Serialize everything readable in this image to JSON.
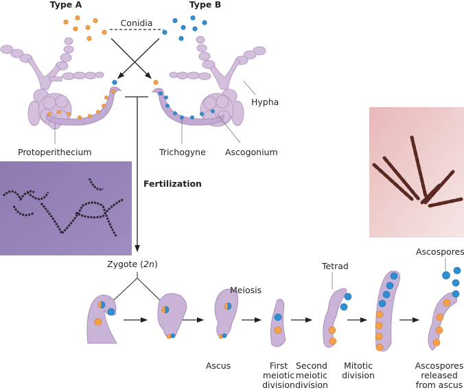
{
  "labels": {
    "type_a": "Type A",
    "type_b": "Type B",
    "conidia": "Conidia",
    "hypha": "Hypha",
    "protoperithecium": "Protoperithecium",
    "trichogyne": "Trichogyne",
    "ascogonium": "Ascogonium",
    "fertilization": "Fertilization",
    "zygote": "Zygote (",
    "zygote_n": "2n",
    "zygote_close": ")",
    "meiosis": "Meiosis",
    "tetrad": "Tetrad",
    "ascospores": "Ascospores"
  },
  "stages": [
    {
      "line1": "Ascus",
      "line2": "",
      "line3": ""
    },
    {
      "line1": "First",
      "line2": "meiotic",
      "line3": "division"
    },
    {
      "line1": "Second",
      "line2": "meiotic",
      "line3": "division"
    },
    {
      "line1": "Mitotic",
      "line2": "division",
      "line3": ""
    },
    {
      "line1": "Ascospores",
      "line2": "released",
      "line3": "from ascus"
    }
  ],
  "colors": {
    "type_a": "#f5a04a",
    "type_b": "#2f8fd1",
    "cell": "#c9b3d6"
  }
}
